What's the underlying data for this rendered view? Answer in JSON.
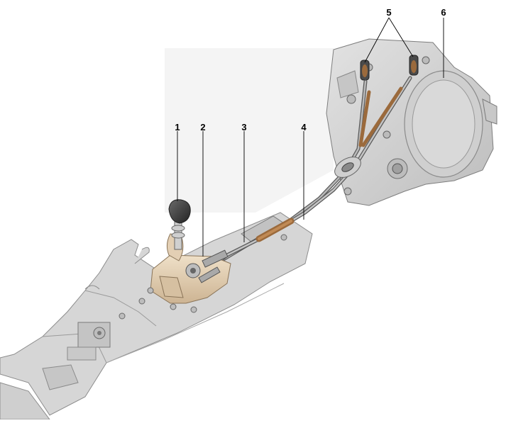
{
  "callouts": [
    {
      "id": "1",
      "label": "1"
    },
    {
      "id": "2",
      "label": "2"
    },
    {
      "id": "3",
      "label": "3"
    },
    {
      "id": "4",
      "label": "4"
    },
    {
      "id": "5",
      "label": "5"
    },
    {
      "id": "6",
      "label": "6"
    }
  ],
  "colors": {
    "housing_gray": "#d4d4d4",
    "body_gray": "#c8c8c8",
    "lever_beige": "#e3cfb4",
    "cable_bronze": "#9b6a3c",
    "knob_dark": "#3a3a3a",
    "outline": "#6a6a6a"
  }
}
